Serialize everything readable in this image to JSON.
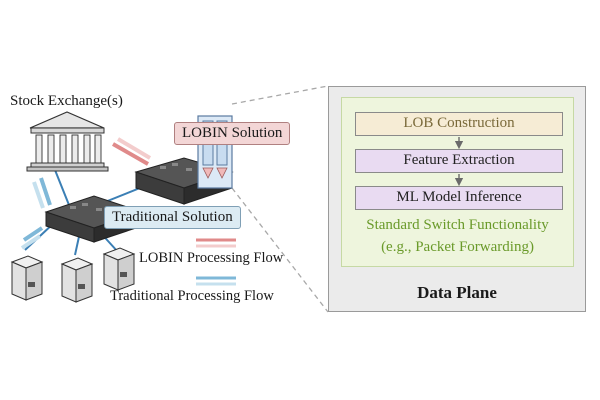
{
  "network": {
    "exchange_label": "Stock Exchange(s)",
    "lobin_label": "LOBIN Solution",
    "traditional_label": "Traditional Solution",
    "lobin_flow_label": "LOBIN Processing Flow",
    "traditional_flow_label": "Traditional Processing Flow"
  },
  "data_plane": {
    "title": "Data Plane",
    "stages": [
      "LOB Construction",
      "Feature Extraction",
      "ML Model Inference"
    ],
    "standard_line1": "Standard Switch Functionality",
    "standard_line2": "(e.g., Packet Forwarding)"
  },
  "colors": {
    "lobin_flow": "#e08a8a",
    "traditional_flow": "#7fb8d8",
    "link": "#3b7fb5",
    "function_text": "#6a9a2a"
  }
}
